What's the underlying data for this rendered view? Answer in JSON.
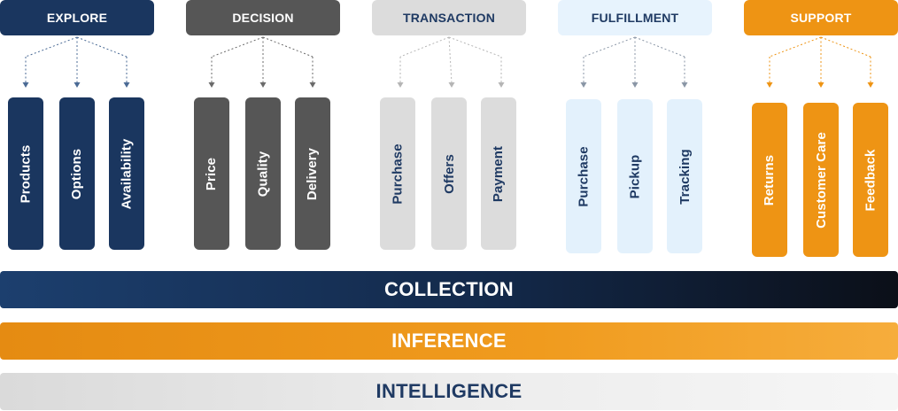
{
  "groups": [
    {
      "id": "explore",
      "title": "EXPLORE",
      "items": [
        "Products",
        "Options",
        "Availability"
      ],
      "color": "#1a365f"
    },
    {
      "id": "decision",
      "title": "DECISION",
      "items": [
        "Price",
        "Quality",
        "Delivery"
      ],
      "color": "#565656"
    },
    {
      "id": "transaction",
      "title": "TRANSACTION",
      "items": [
        "Purchase",
        "Offers",
        "Payment"
      ],
      "color": "#dcdcdc"
    },
    {
      "id": "fulfillment",
      "title": "FULFILLMENT",
      "items": [
        "Purchase",
        "Pickup",
        "Tracking"
      ],
      "color": "#e7f3fd"
    },
    {
      "id": "support",
      "title": "SUPPORT",
      "items": [
        "Returns",
        "Customer Care",
        "Feedback"
      ],
      "color": "#ee9414"
    }
  ],
  "layers": [
    {
      "id": "collection",
      "label": "COLLECTION"
    },
    {
      "id": "inference",
      "label": "INFERENCE"
    },
    {
      "id": "intelligence",
      "label": "INTELLIGENCE"
    }
  ]
}
